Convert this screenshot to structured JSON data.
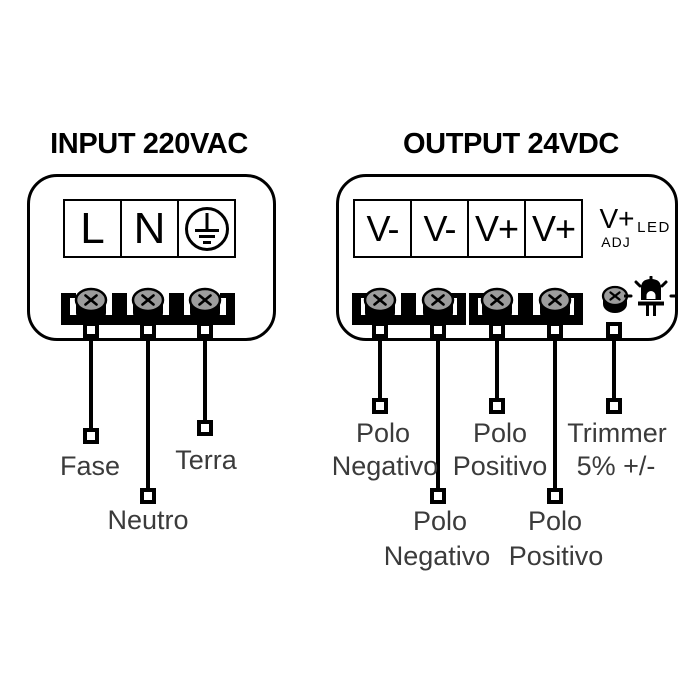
{
  "input": {
    "title": "INPUT 220VAC",
    "terminals": [
      "L",
      "N"
    ],
    "ground_icon": "protective-earth-ground-icon",
    "wires": [
      {
        "label": "Fase"
      },
      {
        "label": "Neutro"
      },
      {
        "label": "Terra"
      }
    ]
  },
  "output": {
    "title": "OUTPUT 24VDC",
    "terminals": [
      "V-",
      "V-",
      "V+",
      "V+"
    ],
    "adj": {
      "label": "V+",
      "sub": "ADJ"
    },
    "led_label": "LED",
    "wires": [
      {
        "line1": "Polo",
        "line2": "Negativo"
      },
      {
        "line1": "Polo",
        "line2": "Negativo"
      },
      {
        "line1": "Polo",
        "line2": "Positivo"
      },
      {
        "line1": "Polo",
        "line2": "Positivo"
      },
      {
        "line1": "Trimmer",
        "line2": "5% +/-"
      }
    ]
  },
  "icons": {
    "screw": "screw-terminal-icon",
    "trimmer": "trimmer-screw-icon",
    "led": "led-icon",
    "ground": "earth-ground-icon"
  },
  "colors": {
    "stroke": "#000000",
    "label_text": "#3b3b3b",
    "screw_gray": "#9c9c9c"
  }
}
